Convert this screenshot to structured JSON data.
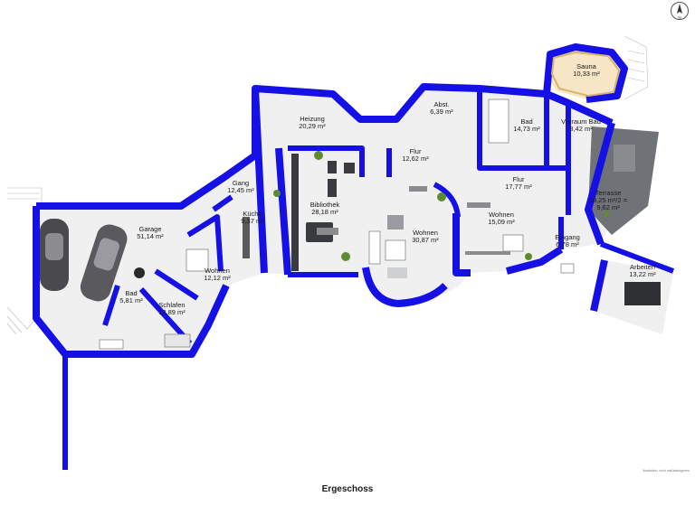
{
  "floor_title": "Ergeschoss",
  "footnote": "Illustration, nicht maßstabsgetreu",
  "compass": {
    "north_label": "N"
  },
  "colors": {
    "wall": "#1410e6",
    "floor": "#f0f0f1",
    "terrace": "#6f7277",
    "furniture": "#3a3b3f",
    "plant": "#5c8c2f",
    "sauna_floor": "#f6e6c6"
  },
  "rooms": [
    {
      "name": "Sauna",
      "area": "10,33 m²"
    },
    {
      "name": "Abst.",
      "area": "6,39 m²"
    },
    {
      "name": "Bad",
      "area": "14,73 m²"
    },
    {
      "name": "Vorraum Bad",
      "area": "8,42 m²"
    },
    {
      "name": "Heizung",
      "area": "20,29 m²"
    },
    {
      "name": "Flur",
      "area": "12,62 m²"
    },
    {
      "name": "Gang",
      "area": "12,45 m²"
    },
    {
      "name": "Flur",
      "area": "17,77 m²"
    },
    {
      "name": "Terrasse",
      "area": "19,25 m²/2 =\n9,62 m²"
    },
    {
      "name": "Bibliothek",
      "area": "28,18 m²"
    },
    {
      "name": "Küche",
      "area": "9,37 m²"
    },
    {
      "name": "Garage",
      "area": "51,14 m²"
    },
    {
      "name": "Wohnen",
      "area": "30,87 m²"
    },
    {
      "name": "Wohnen",
      "area": "15,09 m²"
    },
    {
      "name": "Eingang",
      "area": "6,78 m²"
    },
    {
      "name": "Wohnen",
      "area": "12,12 m²"
    },
    {
      "name": "Arbeiten",
      "area": "13,22 m²"
    },
    {
      "name": "Bad",
      "area": "5,81 m²"
    },
    {
      "name": "Schlafen",
      "area": "12,89 m²"
    }
  ]
}
